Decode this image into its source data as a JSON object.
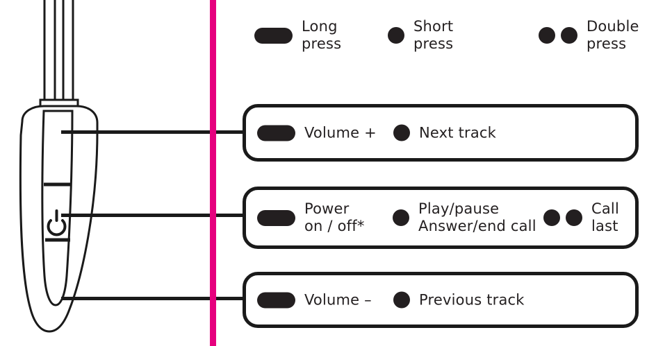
{
  "colors": {
    "ink": "#231f20",
    "outline": "#1a1a1a",
    "accent_magenta": "#E6007E",
    "background": "#ffffff"
  },
  "legend": {
    "items": [
      {
        "glyph": "long-press-pill-icon",
        "label": "Long\npress"
      },
      {
        "glyph": "short-press-dot-icon",
        "label": "Short\npress"
      },
      {
        "glyph": "double-press-dots-icon",
        "label": "Double\npress"
      }
    ]
  },
  "device": {
    "name": "inline-remote-illustration",
    "power_symbol": "power-icon",
    "cable_count": 2
  },
  "callouts": [
    {
      "id": "volume-up-callout",
      "entries": [
        {
          "glyph": "long-press-pill-icon",
          "label": "Volume +"
        },
        {
          "glyph": "short-press-dot-icon",
          "label": "Next track"
        }
      ]
    },
    {
      "id": "power-play-callout",
      "entries": [
        {
          "glyph": "long-press-pill-icon",
          "label": "Power\non / off*"
        },
        {
          "glyph": "short-press-dot-icon",
          "label": "Play/pause\nAnswer/end call"
        },
        {
          "glyph": "double-press-dots-icon",
          "label": "Call\nlast"
        }
      ]
    },
    {
      "id": "volume-down-callout",
      "entries": [
        {
          "glyph": "long-press-pill-icon",
          "label": "Volume –"
        },
        {
          "glyph": "short-press-dot-icon",
          "label": "Previous track"
        }
      ]
    }
  ]
}
